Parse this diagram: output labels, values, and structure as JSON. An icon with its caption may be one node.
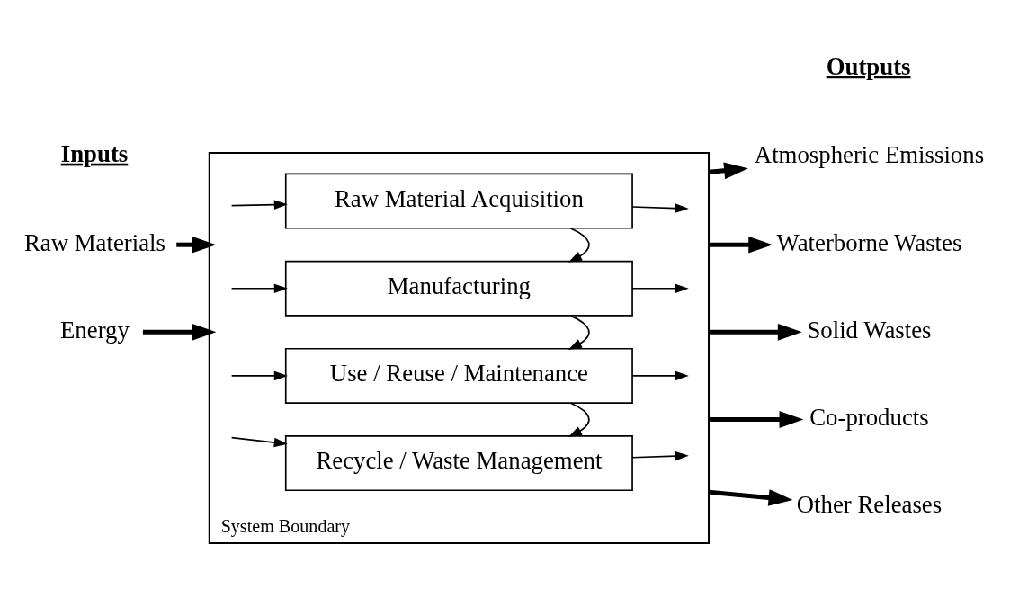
{
  "diagram": {
    "nodes": [
      {
        "text": [
          "System Boundary"
        ]
      },
      {
        "text": [
          "Raw Material Acquisition"
        ],
        "in": 0
      },
      {
        "text": [
          "Manufacturing"
        ],
        "in": 0
      },
      {
        "text": [
          "Use / Reuse / Maintenance"
        ],
        "in": 0
      },
      {
        "text": [
          "Recycle / Waste Management"
        ],
        "in": 0
      },
      {
        "text": [
          "Raw Materials"
        ]
      },
      {
        "text": [
          "Energy"
        ]
      },
      {
        "text": [
          "Atmospheric Emissions"
        ]
      },
      {
        "text": [
          "Waterborne Wastes"
        ]
      },
      {
        "text": [
          "Solid Wastes"
        ]
      },
      {
        "text": [
          "Co-products"
        ]
      },
      {
        "text": [
          "Other Releases"
        ]
      }
    ],
    "edges": [
      {
        "from": 5,
        "to": 0,
        "arrow": "to",
        "style": "thick"
      },
      {
        "from": 6,
        "to": 0,
        "arrow": "to",
        "style": "thick"
      },
      {
        "from": null,
        "to": 1,
        "arrow": "to"
      },
      {
        "from": null,
        "to": 2,
        "arrow": "to"
      },
      {
        "from": null,
        "to": 3,
        "arrow": "to"
      },
      {
        "from": null,
        "to": 4,
        "arrow": "to"
      },
      {
        "from": 1,
        "to": 2,
        "arrow": "to"
      },
      {
        "from": 2,
        "to": 3,
        "arrow": "to"
      },
      {
        "from": 3,
        "to": 4,
        "arrow": "to"
      },
      {
        "from": 1,
        "to": null,
        "arrow": "to"
      },
      {
        "from": 2,
        "to": null,
        "arrow": "to"
      },
      {
        "from": 3,
        "to": null,
        "arrow": "to"
      },
      {
        "from": 4,
        "to": null,
        "arrow": "to"
      },
      {
        "from": 0,
        "to": 7,
        "arrow": "to",
        "style": "thick"
      },
      {
        "from": 0,
        "to": 8,
        "arrow": "to",
        "style": "thick"
      },
      {
        "from": 0,
        "to": 9,
        "arrow": "to",
        "style": "thick"
      },
      {
        "from": 0,
        "to": 10,
        "arrow": "to",
        "style": "thick"
      },
      {
        "from": 0,
        "to": 11,
        "arrow": "to",
        "style": "thick"
      }
    ],
    "labels": [
      "Inputs",
      "Outputs"
    ]
  }
}
